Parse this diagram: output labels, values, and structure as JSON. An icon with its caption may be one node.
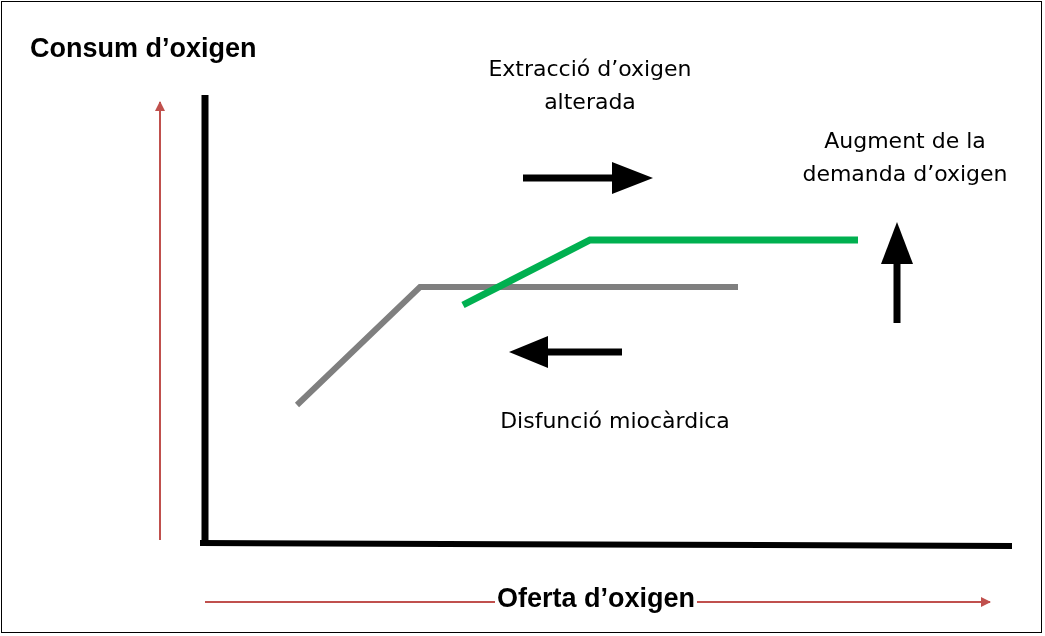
{
  "diagram": {
    "labels": [
      "Consum d’oxigen",
      "Extracció d’oxigen alterada",
      "Augment de la demanda d’oxigen",
      "Disfunció miocàrdica",
      "Oferta d’oxigen"
    ]
  }
}
